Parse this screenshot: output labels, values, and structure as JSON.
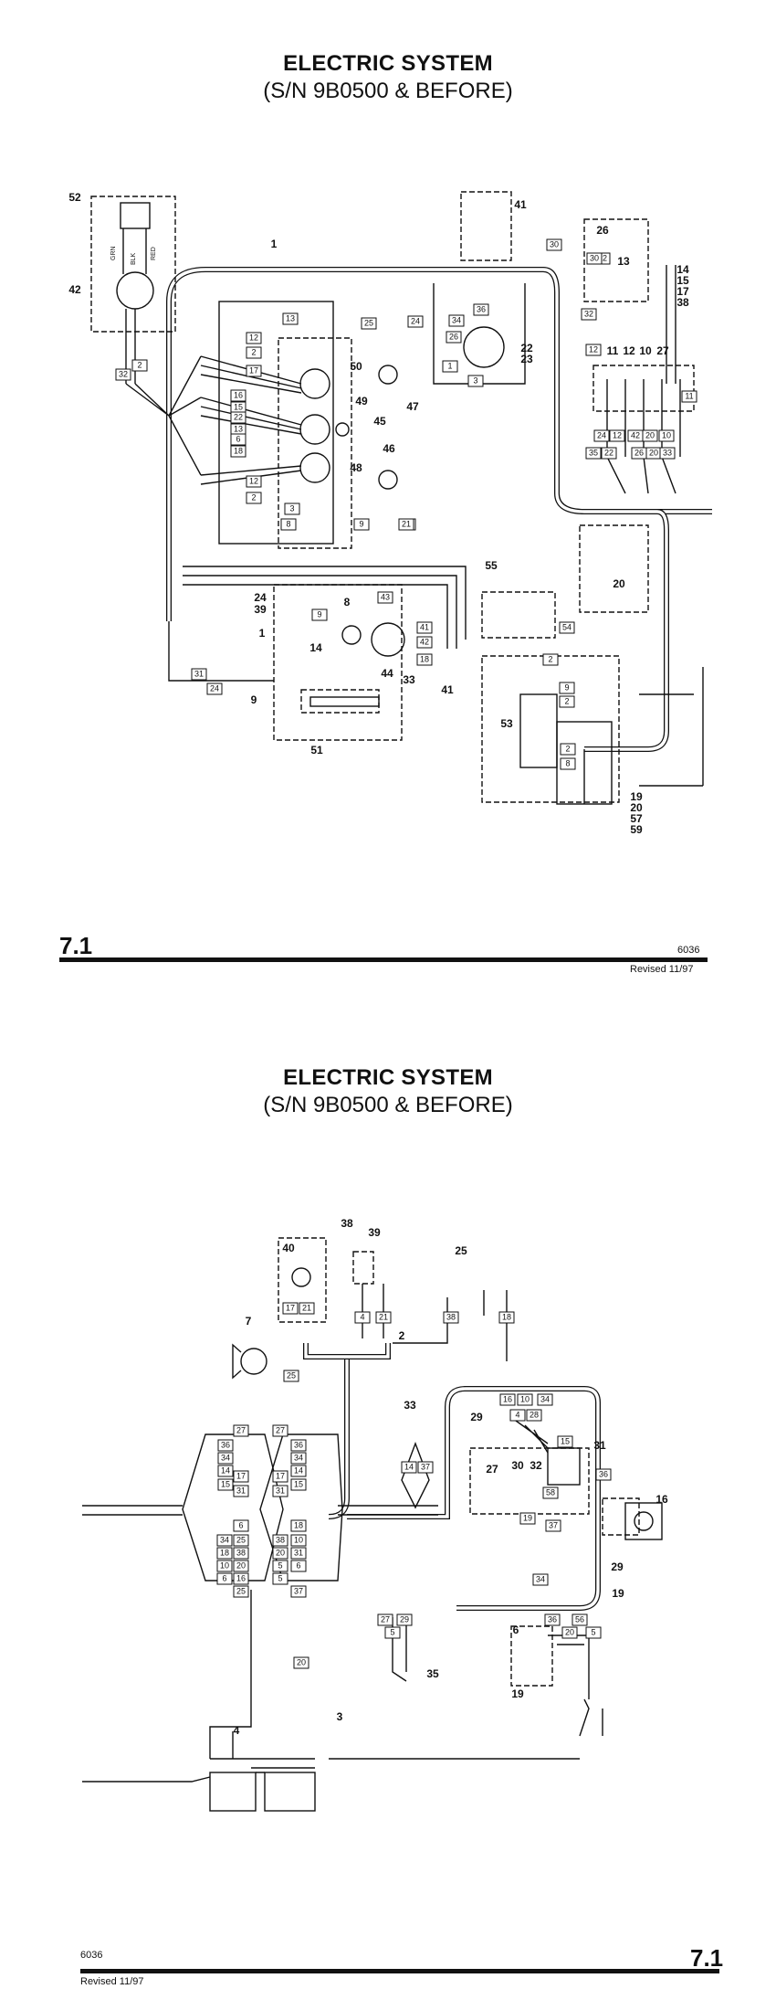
{
  "page1": {
    "title": "ELECTRIC SYSTEM",
    "subtitle": "(S/N 9B0500 & BEFORE)",
    "page_number": "7.1",
    "doc_number": "6036",
    "revised": "Revised  11/97",
    "callouts": [
      "52",
      "42",
      "1",
      "41",
      "30",
      "26",
      "12",
      "13",
      "14",
      "15",
      "17",
      "38",
      "30",
      "32",
      "13",
      "25",
      "24",
      "36",
      "34",
      "26",
      "22",
      "23",
      "1",
      "3",
      "12",
      "2",
      "17",
      "50",
      "47",
      "16",
      "15",
      "22",
      "13",
      "6",
      "18",
      "49",
      "45",
      "12",
      "2",
      "48",
      "46",
      "3",
      "12",
      "11",
      "12",
      "10",
      "27",
      "11",
      "24",
      "12",
      "42",
      "20",
      "10",
      "35",
      "22",
      "26",
      "20",
      "33",
      "32",
      "2",
      "8",
      "9",
      "11",
      "21",
      "55",
      "20",
      "24",
      "39",
      "9",
      "8",
      "1",
      "43",
      "14",
      "41",
      "42",
      "18",
      "44",
      "33",
      "54",
      "41",
      "2",
      "9",
      "2",
      "31",
      "24",
      "9",
      "51",
      "53",
      "2",
      "8",
      "19",
      "20",
      "57",
      "59"
    ],
    "wire_labels": {
      "grn": "GRN",
      "blk": "BLK",
      "red": "RED"
    }
  },
  "page2": {
    "title": "ELECTRIC SYSTEM",
    "subtitle": "(S/N 9B0500 & BEFORE)",
    "page_number": "7.1",
    "doc_number": "6036",
    "revised": "Revised  11/97",
    "callouts": [
      "38",
      "39",
      "40",
      "25",
      "17",
      "21",
      "4",
      "21",
      "38",
      "18",
      "7",
      "2",
      "25",
      "33",
      "27",
      "36",
      "34",
      "14",
      "17",
      "15",
      "31",
      "27",
      "36",
      "34",
      "14",
      "17",
      "15",
      "31",
      "14",
      "37",
      "16",
      "10",
      "34",
      "4",
      "28",
      "29",
      "27",
      "30",
      "32",
      "15",
      "31",
      "16",
      "6",
      "34",
      "25",
      "18",
      "38",
      "10",
      "20",
      "6",
      "16",
      "25",
      "18",
      "38",
      "10",
      "20",
      "31",
      "5",
      "6",
      "5",
      "37",
      "36",
      "58",
      "19",
      "37",
      "29",
      "34",
      "19",
      "27",
      "29",
      "5",
      "35",
      "36",
      "20",
      "56",
      "5",
      "6",
      "19",
      "20",
      "4",
      "3"
    ]
  }
}
